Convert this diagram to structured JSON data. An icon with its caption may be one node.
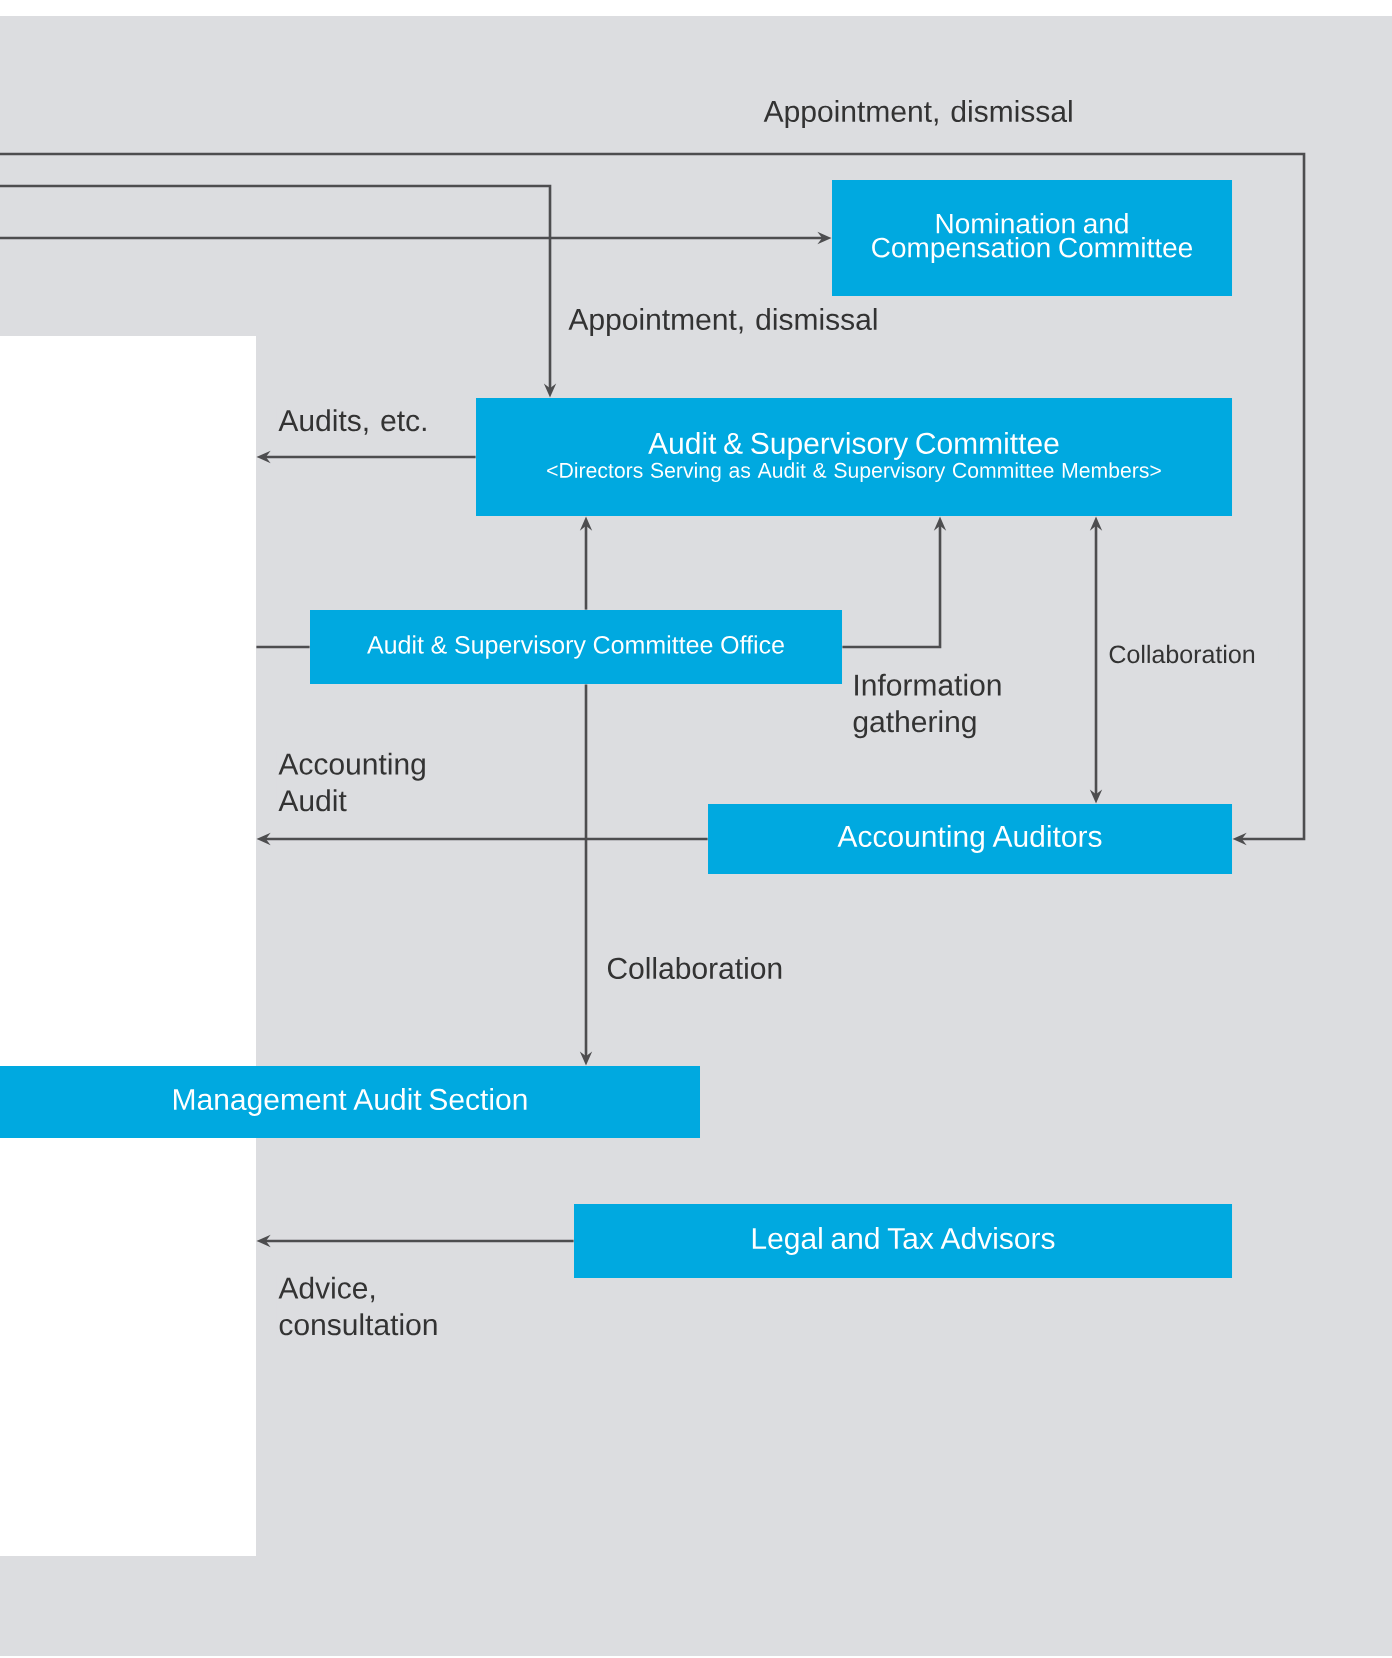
{
  "diagram": {
    "nodes": [
      {
        "text": [],
        "shape": "box"
      },
      {
        "text": [
          "Nomination and Compensation Committee"
        ]
      },
      {
        "text": [
          "Audit & Supervisory Committee",
          "<Directors Serving as Audit & Supervisory Committee Members>"
        ]
      },
      {
        "text": [
          "Audit & Supervisory Committee Office"
        ]
      },
      {
        "text": [
          "Accounting Auditors"
        ]
      },
      {
        "text": [
          "Management Audit Section"
        ]
      },
      {
        "text": [
          "Legal and Tax Advisors"
        ]
      }
    ],
    "edges": [
      {
        "from": null,
        "to": 4,
        "arrow": "to",
        "label": "Appointment, dismissal"
      },
      {
        "from": null,
        "to": 2,
        "arrow": "to",
        "label": "Appointment, dismissal"
      },
      {
        "from": null,
        "to": 1,
        "arrow": "to"
      },
      {
        "from": 2,
        "to": 0,
        "arrow": "to",
        "label": "Audits, etc."
      },
      {
        "from": 3,
        "to": 2,
        "arrow": "to"
      },
      {
        "from": 3,
        "to": 2,
        "arrow": "to",
        "label": "Information gathering"
      },
      {
        "from": 2,
        "to": 4,
        "arrow": "both",
        "label": "Collaboration"
      },
      {
        "from": 4,
        "to": 0,
        "arrow": "to",
        "label": "Accounting Audit"
      },
      {
        "from": 3,
        "to": 5,
        "arrow": "to",
        "label": "Collaboration"
      },
      {
        "from": 6,
        "to": 0,
        "arrow": "to",
        "label": "Advice, consultation"
      },
      {
        "from": 3,
        "to": 0,
        "arrow": "none"
      }
    ]
  }
}
